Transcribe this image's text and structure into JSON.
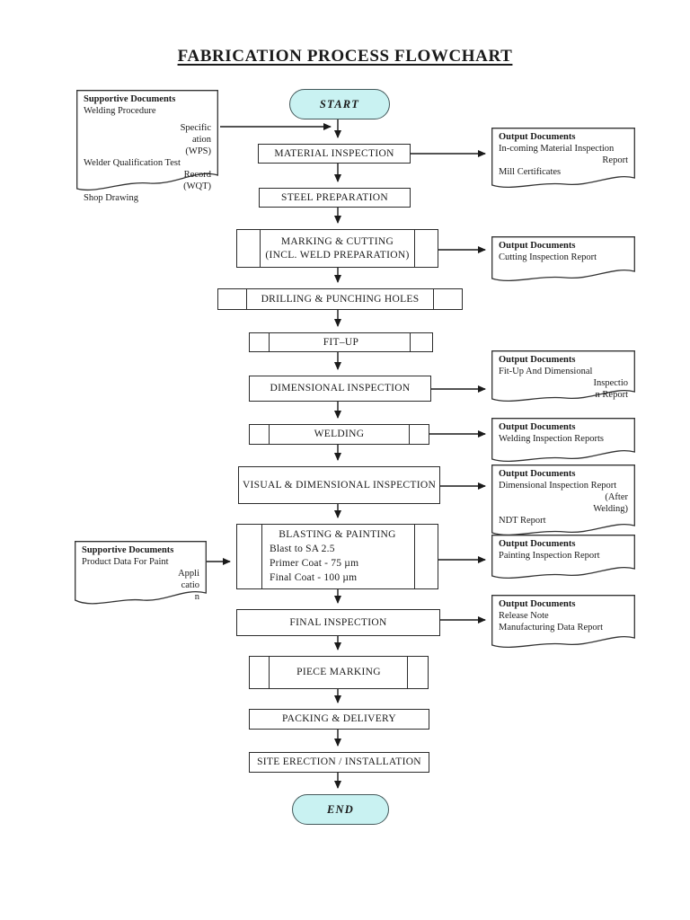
{
  "title": "FABRICATION PROCESS FLOWCHART",
  "terminators": {
    "start": "START",
    "end": "END"
  },
  "colors": {
    "terminator_fill": "#c9f2f2",
    "terminator_border": "#44585a",
    "line": "#1a1a1a",
    "box_border": "#2b2b2b"
  },
  "steps": [
    {
      "label": "MATERIAL INSPECTION"
    },
    {
      "label": "STEEL PREPARATION"
    },
    {
      "label": "MARKING & CUTTING",
      "label2": "(INCL. WELD PREPARATION)"
    },
    {
      "label": "DRILLING & PUNCHING HOLES"
    },
    {
      "label": "FIT–UP"
    },
    {
      "label": "DIMENSIONAL INSPECTION"
    },
    {
      "label": "WELDING"
    },
    {
      "label": "VISUAL & DIMENSIONAL INSPECTION"
    },
    {
      "label": "BLASTING & PAINTING",
      "details": [
        "Blast to  SA 2.5",
        "Primer Coat - 75 µm",
        "Final Coat - 100 µm"
      ]
    },
    {
      "label": "FINAL INSPECTION"
    },
    {
      "label": "PIECE MARKING"
    },
    {
      "label": "PACKING & DELIVERY"
    },
    {
      "label": "SITE ERECTION / INSTALLATION"
    }
  ],
  "supportive_documents": [
    {
      "heading": "Supportive Documents",
      "lines": [
        {
          "text": "Welding Procedure",
          "align": "left"
        },
        {
          "text": "Specific",
          "align": "right"
        },
        {
          "text": "ation",
          "align": "right"
        },
        {
          "text": "(WPS)",
          "align": "right"
        },
        {
          "text": "Welder Qualification Test",
          "align": "left"
        },
        {
          "text": "Record",
          "align": "right"
        },
        {
          "text": "(WQT)",
          "align": "right"
        },
        {
          "text": "Shop Drawing",
          "align": "left"
        }
      ]
    },
    {
      "heading": "Supportive Documents",
      "lines": [
        {
          "text": "Product Data For Paint",
          "align": "left"
        },
        {
          "text": "Appli",
          "align": "right"
        },
        {
          "text": "catio",
          "align": "right"
        },
        {
          "text": "n",
          "align": "right"
        }
      ]
    }
  ],
  "output_documents": [
    {
      "heading": "Output Documents",
      "lines": [
        {
          "text": "In-coming Material Inspection",
          "align": "left"
        },
        {
          "text": "Report",
          "align": "right"
        },
        {
          "text": "Mill Certificates",
          "align": "left"
        }
      ]
    },
    {
      "heading": "Output Documents",
      "lines": [
        {
          "text": "Cutting Inspection Report",
          "align": "left"
        }
      ]
    },
    {
      "heading": "Output Documents",
      "lines": [
        {
          "text": "Fit-Up And Dimensional",
          "align": "left"
        },
        {
          "text": "Inspectio",
          "align": "right"
        },
        {
          "text": "n Report",
          "align": "right"
        }
      ]
    },
    {
      "heading": "Output Documents",
      "lines": [
        {
          "text": "Welding Inspection Reports",
          "align": "left"
        }
      ]
    },
    {
      "heading": "Output Documents",
      "lines": [
        {
          "text": "Dimensional Inspection Report",
          "align": "left"
        },
        {
          "text": "(After",
          "align": "right"
        },
        {
          "text": "Welding)",
          "align": "right"
        },
        {
          "text": "NDT Report",
          "align": "left"
        }
      ]
    },
    {
      "heading": "Output Documents",
      "lines": [
        {
          "text": "Painting Inspection Report",
          "align": "left"
        }
      ]
    },
    {
      "heading": "Output Documents",
      "lines": [
        {
          "text": "Release Note",
          "align": "left"
        },
        {
          "text": "Manufacturing Data Report",
          "align": "left"
        }
      ]
    }
  ]
}
